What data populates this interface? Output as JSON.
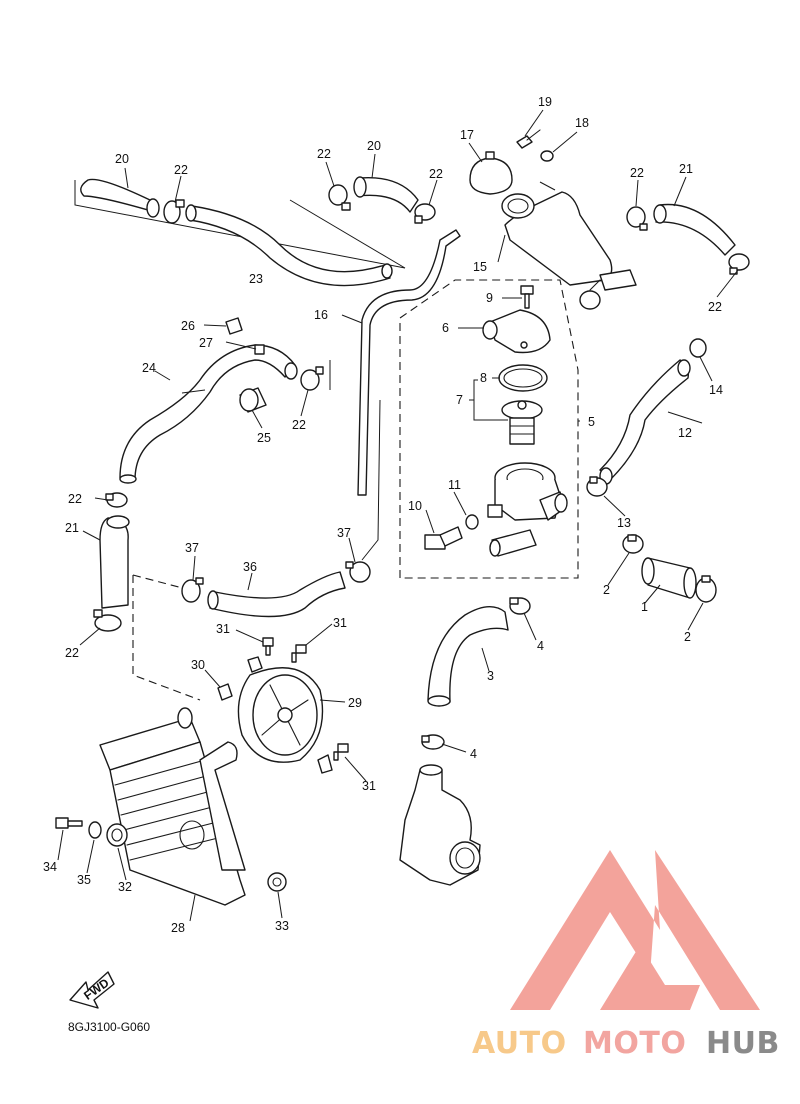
{
  "diagram_code": "8GJ3100-G060",
  "fwd_label": "FWD",
  "watermark": {
    "part1": "AUTO",
    "part2": "MOTO",
    "part3": "HUB",
    "colors": {
      "logo": "#f3a39b",
      "auto": "#f7c98a",
      "moto": "#f2a5a0",
      "hub": "#8a8a8a"
    }
  },
  "callouts": {
    "c1": "1",
    "c2a": "2",
    "c2b": "2",
    "c3": "3",
    "c4a": "4",
    "c4b": "4",
    "c5": "5",
    "c6": "6",
    "c7": "7",
    "c8": "8",
    "c9": "9",
    "c10": "10",
    "c11": "11",
    "c12": "12",
    "c13": "13",
    "c14": "14",
    "c15": "15",
    "c16": "16",
    "c17": "17",
    "c18": "18",
    "c19": "19",
    "c20a": "20",
    "c20b": "20",
    "c21a": "21",
    "c21b": "21",
    "c22a": "22",
    "c22b": "22",
    "c22c": "22",
    "c22d": "22",
    "c22e": "22",
    "c22f": "22",
    "c22g": "22",
    "c22h": "22",
    "c23": "23",
    "c24": "24",
    "c25": "25",
    "c26": "26",
    "c27": "27",
    "c28": "28",
    "c29": "29",
    "c30": "30",
    "c31a": "31",
    "c31b": "31",
    "c31c": "31",
    "c32": "32",
    "c33": "33",
    "c34": "34",
    "c35": "35",
    "c36": "36",
    "c37a": "37",
    "c37b": "37"
  }
}
